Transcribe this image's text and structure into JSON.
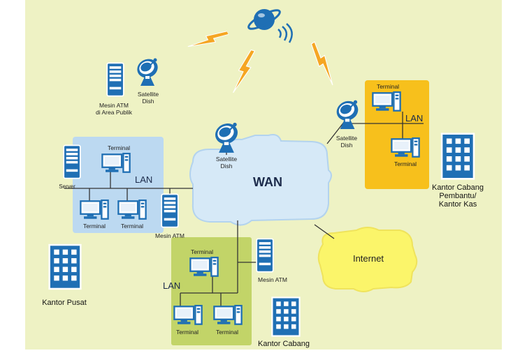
{
  "colors": {
    "background": "#eef2c4",
    "page": "#ffffff",
    "lan_blue": "#bcd9f1",
    "lan_orange": "#f7c01c",
    "lan_green": "#c2d468",
    "wan_cloud": "#d6e9f7",
    "internet_cloud": "#fbf56a",
    "device_blue": "#1f6fb4",
    "lightning": "#f5a623",
    "line": "#333333"
  },
  "wan": {
    "label": "WAN"
  },
  "internet": {
    "label": "Internet"
  },
  "satellite": {
    "icon": "satellite-icon"
  },
  "atm_public": {
    "label_line1": "Mesin ATM",
    "label_line2": "di Area Publik",
    "dish_line1": "Satellite",
    "dish_line2": "Dish"
  },
  "center_dish": {
    "label_line1": "Satellite",
    "label_line2": "Dish"
  },
  "pusat": {
    "terminal_top": "Terminal",
    "lan": "LAN",
    "server": "Server",
    "terminal_left": "Terminal",
    "terminal_right": "Terminal",
    "atm": "Mesin ATM",
    "building": "Kantor Pusat"
  },
  "pembantu": {
    "dish_line1": "Satellite",
    "dish_line2": "Dish",
    "terminal_top": "Terminal",
    "lan": "LAN",
    "terminal_bottom": "Terminal",
    "building_line1": "Kantor Cabang",
    "building_line2": "Pembantu/",
    "building_line3": "Kantor Kas"
  },
  "cabang": {
    "terminal_top": "Terminal",
    "lan": "LAN",
    "atm": "Mesin ATM",
    "terminal_left": "Terminal",
    "terminal_right": "Terminal",
    "building": "Kantor Cabang"
  }
}
